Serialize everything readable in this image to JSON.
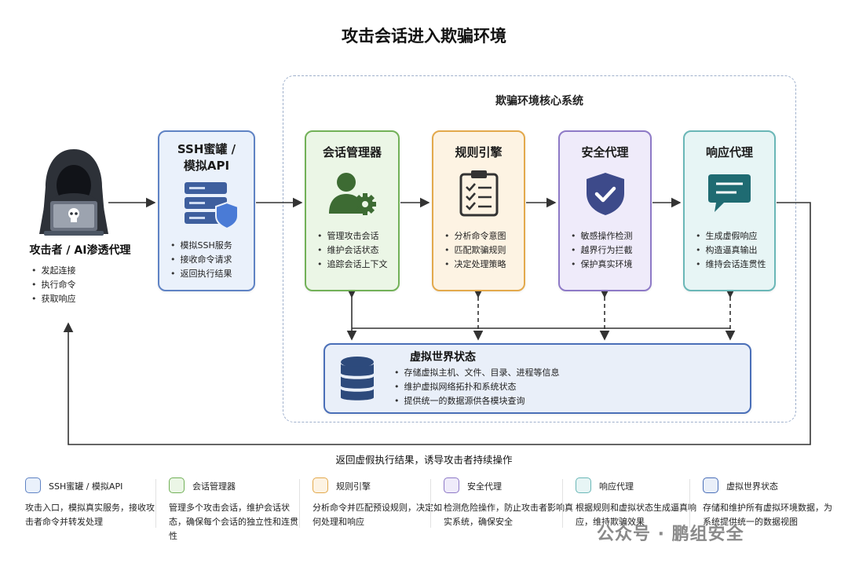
{
  "title": "攻击会话进入欺骗环境",
  "core_system": {
    "title": "欺骗环境核心系统"
  },
  "attacker": {
    "label": "攻击者 / AI渗透代理",
    "bullets": [
      "发起连接",
      "执行命令",
      "获取响应"
    ]
  },
  "cards": {
    "ssh": {
      "title_line1": "SSH蜜罐 /",
      "title_line2": "模拟API",
      "bullets": [
        "模拟SSH服务",
        "接收命令请求",
        "返回执行结果"
      ]
    },
    "session": {
      "title": "会话管理器",
      "bullets": [
        "管理攻击会话",
        "维护会话状态",
        "追踪会话上下文"
      ]
    },
    "rule": {
      "title": "规则引擎",
      "bullets": [
        "分析命令意图",
        "匹配欺骗规则",
        "决定处理策略"
      ]
    },
    "security": {
      "title": "安全代理",
      "bullets": [
        "敏感操作检测",
        "越界行为拦截",
        "保护真实环境"
      ]
    },
    "response": {
      "title": "响应代理",
      "bullets": [
        "生成虚假响应",
        "构造逼真输出",
        "维持会话连贯性"
      ]
    }
  },
  "world_state": {
    "title": "虚拟世界状态",
    "bullets": [
      "存储虚拟主机、文件、目录、进程等信息",
      "维护虚拟网络拓扑和系统状态",
      "提供统一的数据源供各模块查询"
    ]
  },
  "return_label": "返回虚假执行结果，诱导攻击者持续操作",
  "legend": [
    {
      "name": "SSH蜜罐 / 模拟API",
      "desc": "攻击入口，模拟真实服务，接收攻击者命令并转发处理",
      "color": "#5f83c4",
      "fill": "#eaf1fb"
    },
    {
      "name": "会话管理器",
      "desc": "管理多个攻击会话，维护会话状态，确保每个会话的独立性和连贯性",
      "color": "#72b158",
      "fill": "#ebf6e6"
    },
    {
      "name": "规则引擎",
      "desc": "分析命令并匹配预设规则，决定如何处理和响应",
      "color": "#e3a94c",
      "fill": "#fdf3e3"
    },
    {
      "name": "安全代理",
      "desc": "检测危险操作，防止攻击者影响真实系统，确保安全",
      "color": "#8e7ac7",
      "fill": "#efebfa"
    },
    {
      "name": "响应代理",
      "desc": "根据规则和虚拟状态生成逼真响应，维持欺骗效果",
      "color": "#6ab7b7",
      "fill": "#e7f5f5"
    },
    {
      "name": "虚拟世界状态",
      "desc": "存储和维护所有虚拟环境数据，为系统提供统一的数据视图",
      "color": "#4a6fb8",
      "fill": "#e9eff9"
    }
  ],
  "watermark": "公众号 · 鹏组安全",
  "icons": {
    "attacker": "hooded-hacker-icon",
    "ssh": "server-shield-icon",
    "session": "user-gear-icon",
    "rule": "clipboard-checklist-icon",
    "security": "shield-check-icon",
    "response": "chat-bubble-icon",
    "world": "database-icon"
  }
}
